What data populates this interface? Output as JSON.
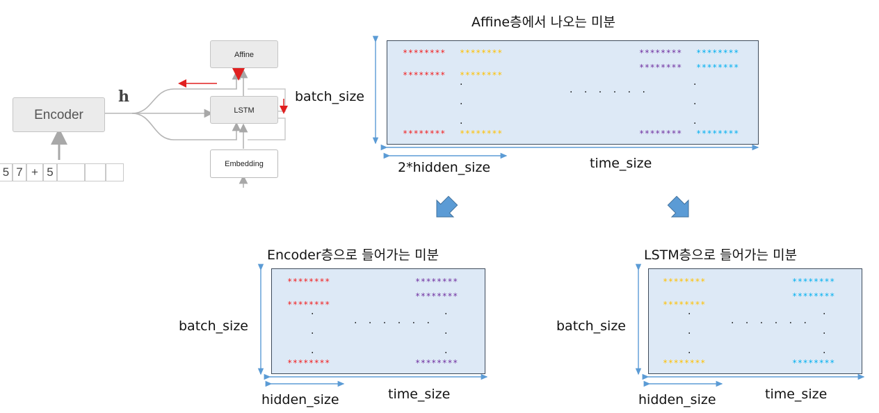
{
  "colors": {
    "red": "#f21d1d",
    "yellow": "#ffc000",
    "purple": "#7030a0",
    "cyan": "#00b0f0",
    "matrix_fill": "#dde9f6",
    "arrow_blue": "#5b9bd5"
  },
  "network": {
    "encoder_label": "Encoder",
    "h_label": "h",
    "affine_label": "Affine",
    "lstm_label": "LSTM",
    "embedding_label": "Embedding",
    "input_tokens": [
      "5",
      "7",
      "+",
      "5",
      "",
      "",
      ""
    ]
  },
  "top_matrix": {
    "title": "Affine층에서 나오는 미분",
    "rows_label": "batch_size",
    "hidden_label": "2*hidden_size",
    "time_label": "time_size",
    "stars": "********",
    "hdots": "· · · · · ·",
    "vdot": "."
  },
  "left_matrix": {
    "title": "Encoder층으로 들어가는 미분",
    "rows_label": "batch_size",
    "hidden_label": "hidden_size",
    "time_label": "time_size",
    "stars": "********",
    "hdots": "· · · · · ·",
    "vdot": "."
  },
  "right_matrix": {
    "title": "LSTM층으로 들어가는 미분",
    "rows_label": "batch_size",
    "hidden_label": "hidden_size",
    "time_label": "time_size",
    "stars": "********",
    "hdots": "· · · · · ·",
    "vdot": "."
  }
}
